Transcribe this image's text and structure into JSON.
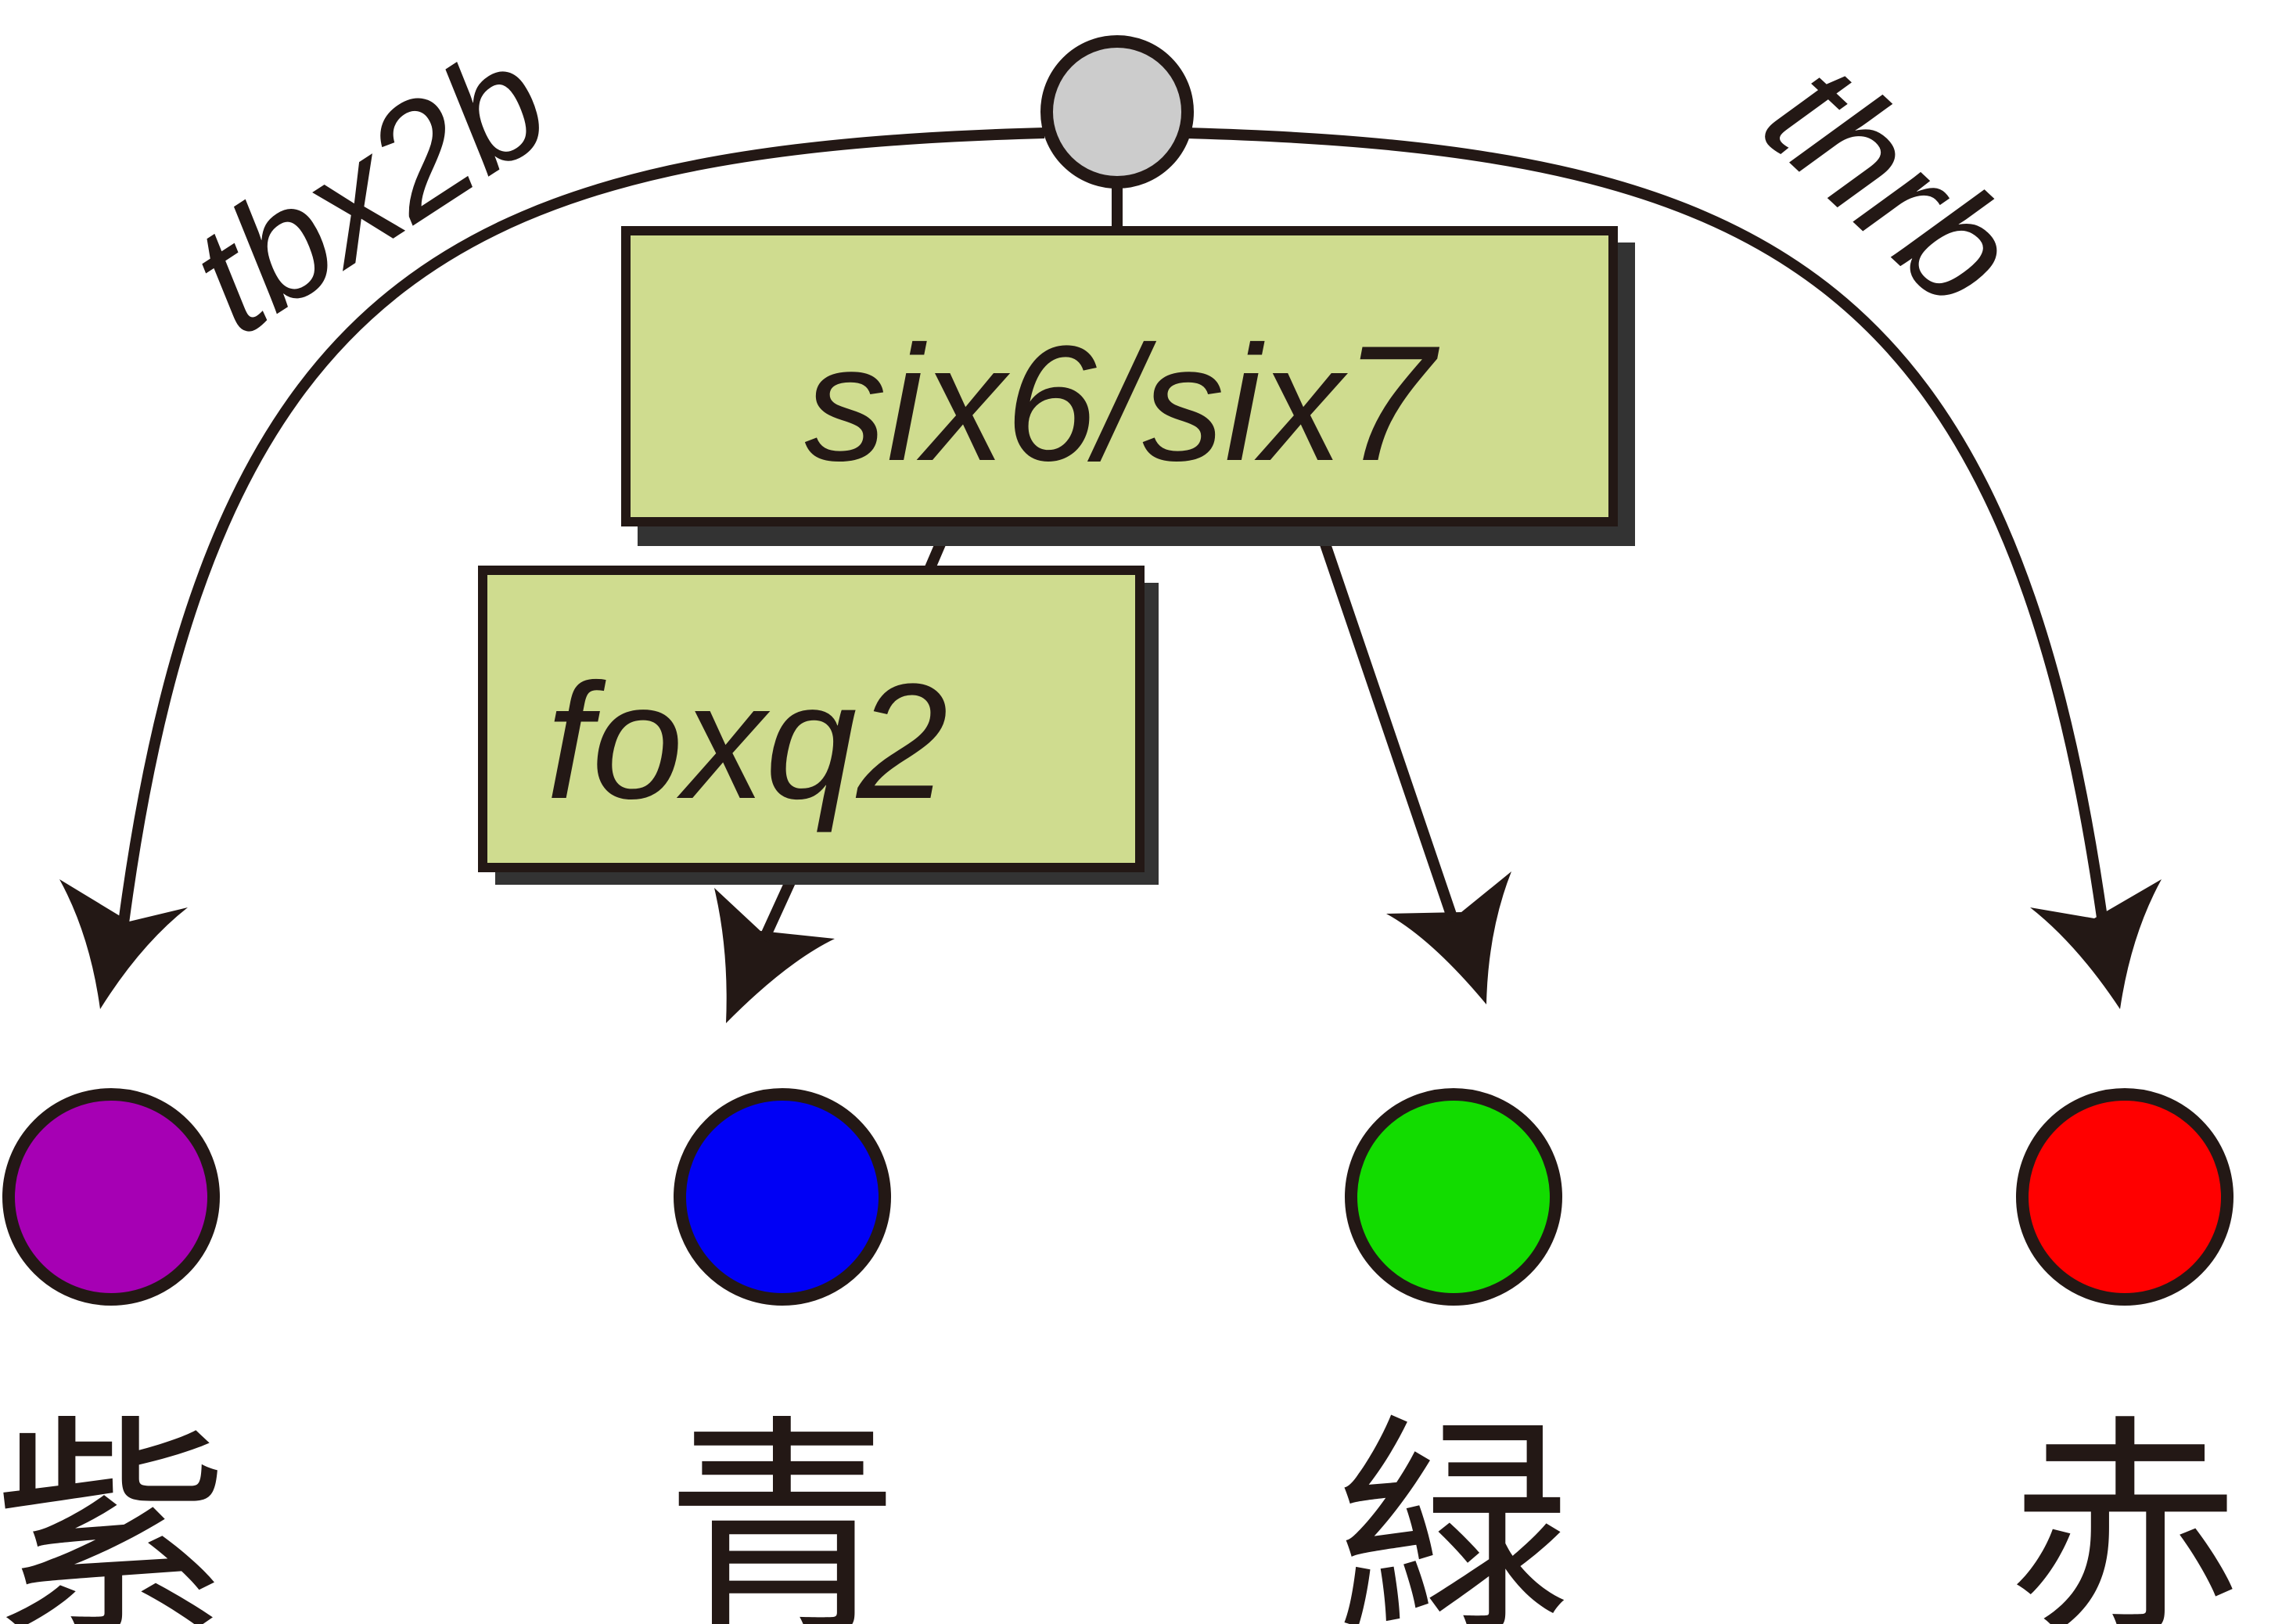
{
  "labels": {
    "left_arc": "tbx2b",
    "right_arc": "thrb",
    "box_main": "six6/six7",
    "box_sub": "foxq2"
  },
  "cells": [
    {
      "label": "紫",
      "color": "#a600b4"
    },
    {
      "label": "青",
      "color": "#0000f5"
    },
    {
      "label": "緑",
      "color": "#12dc00"
    },
    {
      "label": "赤",
      "color": "#ff0000"
    }
  ],
  "colors": {
    "progenitor": "#cccccc",
    "box_fill": "#cfdc8f",
    "box_shadow": "#333333",
    "stroke": "#231815"
  }
}
